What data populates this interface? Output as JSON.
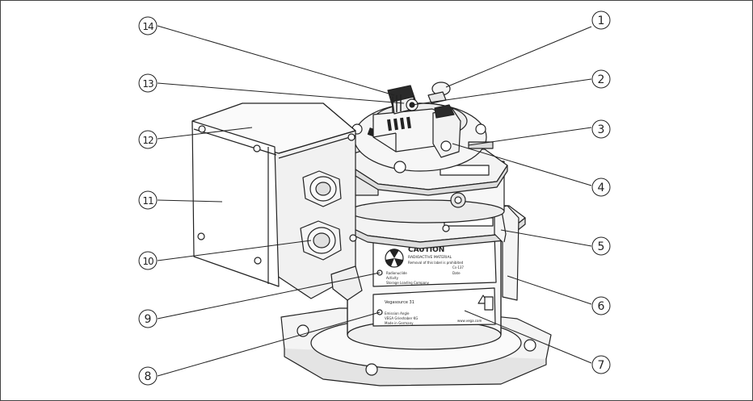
{
  "callouts": [
    "1",
    "2",
    "3",
    "4",
    "5",
    "6",
    "7",
    "8",
    "9",
    "10",
    "11",
    "12",
    "13",
    "14"
  ],
  "labels": {
    "caution_title": "CAUTION",
    "caution_sub": "RADIOACTIVE MATERIAL",
    "caution_note": "Removal of this label is prohibited",
    "caution_line1": "Radionuclide",
    "caution_line2": "Activity",
    "caution_line3": "Storage Loading Company",
    "caution_right1": "Cs-137",
    "caution_right2": "Date",
    "id_title": "Vegasource 31",
    "id_line1": "Emission Angle",
    "id_line2": "VEGA Grieshaber KG",
    "id_line3": "Made in Germany",
    "id_right": "www.vega.com"
  }
}
